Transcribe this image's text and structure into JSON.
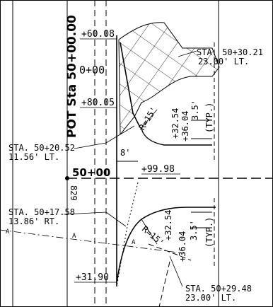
{
  "sheet": {
    "station_line_label": "POT Sta 50+00.00",
    "station_tick": "50+00",
    "sheet_number": "829"
  },
  "offsets": {
    "top_6008": "+60.08",
    "zero": "0+00",
    "p8005": "+80.05",
    "p9998": "+99.98",
    "p3190": "+31.90"
  },
  "callouts": {
    "c1_sta": "STA. 50+30.21",
    "c1_off": "23.00' LT.",
    "c2_sta": "STA. 50+20.52",
    "c2_off": "11.56' LT.",
    "c3_sta": "STA. 50+17.58",
    "c3_off": "13.86' RT.",
    "c4_sta": "STA. 50+29.48",
    "c4_off": "23.00' LT."
  },
  "dimensions": {
    "radius_top": "R=15'",
    "radius_bottom": "R=15'",
    "width_8": "8'",
    "upper_a": "+32.54",
    "upper_b": "+36.04",
    "upper_c": "3.5'",
    "upper_typ": "(TYP.)",
    "lower_a": "+32.54",
    "lower_b": "+36.04",
    "lower_c": "3.5'",
    "lower_typ": "(TYP.)"
  },
  "line_tags": {
    "a": "A"
  }
}
